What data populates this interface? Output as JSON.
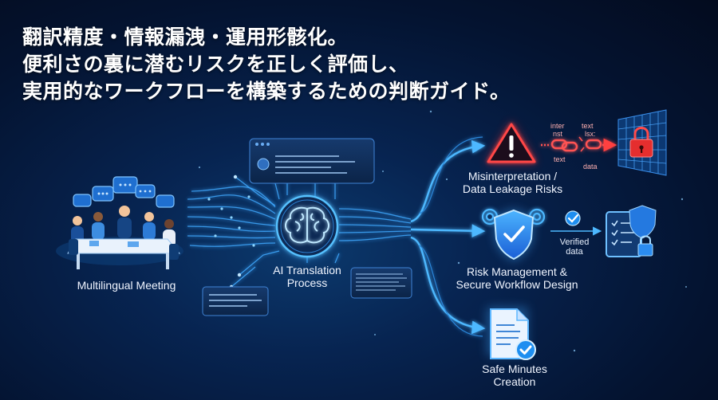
{
  "headline": {
    "line1": "翻訳精度・情報漏洩・運用形骸化。",
    "line2": "便利さの裏に潜むリスクを正しく評価し、",
    "line3": "実用的なワークフローを構築するための判断ガイド。"
  },
  "nodes": {
    "meeting": {
      "line1": "Multilingual Meeting"
    },
    "ai": {
      "line1": "AI Translation",
      "line2": "Process"
    },
    "risks": {
      "line1": "Misinterpretation /",
      "line2": "Data Leakage Risks"
    },
    "management": {
      "line1": "Risk Management &",
      "line2": "Secure Workflow Design"
    },
    "minutes": {
      "line1": "Safe Minutes",
      "line2": "Creation"
    }
  },
  "annotations": {
    "verified": {
      "line1": "Verified",
      "line2": "data"
    },
    "fragments": {
      "frag1": "inter",
      "frag2": "text",
      "frag3": "nst",
      "frag4": "lsx:",
      "frag5": "text",
      "frag6": "data"
    }
  },
  "colors": {
    "background": "#06152e",
    "flow_line": "#3fa9ff",
    "glow": "#7fd0ff",
    "danger": "#ff3b3b",
    "text": "#ffffff"
  },
  "icons": {
    "meeting": "meeting-group-icon",
    "ai": "brain-circuit-icon",
    "risk": "warning-triangle-icon",
    "broken_link": "broken-chain-icon",
    "firewall_lock": "padlock-icon",
    "shield": "shield-check-icon",
    "document": "document-check-icon"
  }
}
